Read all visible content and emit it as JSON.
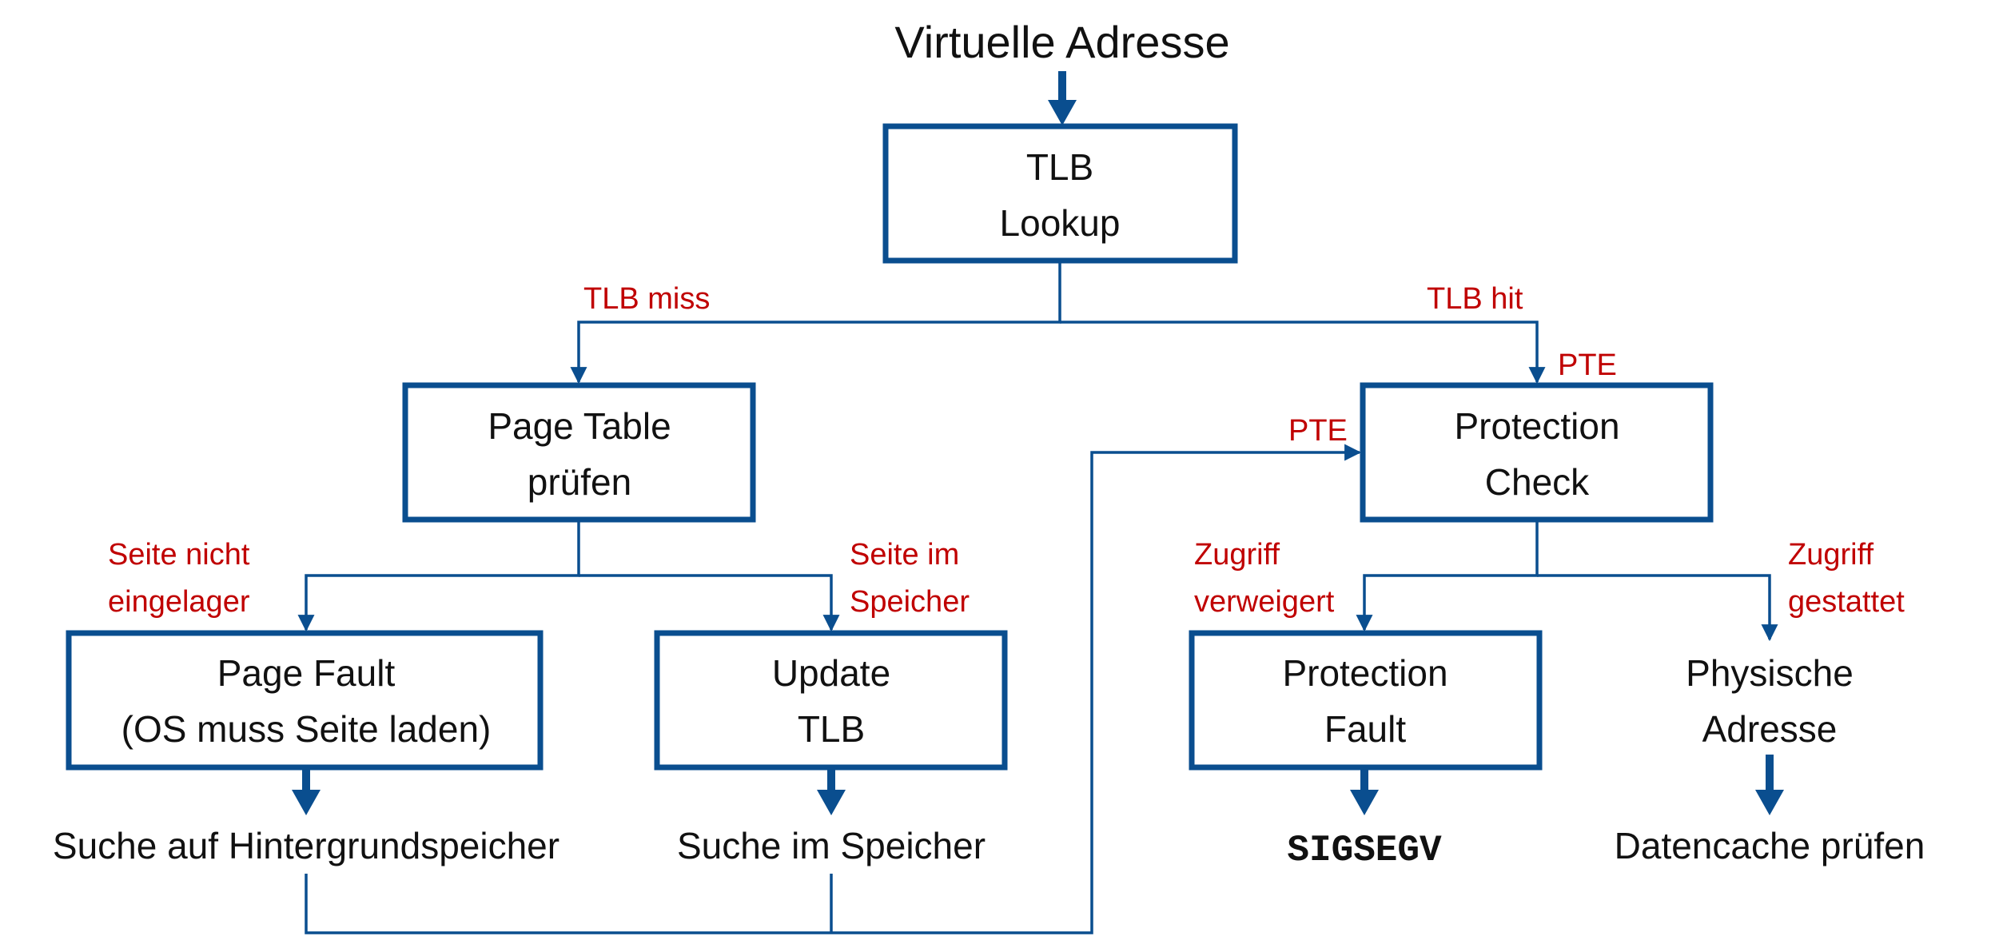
{
  "title": "Virtuelle Adresse",
  "nodes": {
    "tlb_lookup": {
      "line1": "TLB",
      "line2": "Lookup"
    },
    "page_table": {
      "line1": "Page Table",
      "line2": "prüfen"
    },
    "protection_check": {
      "line1": "Protection",
      "line2": "Check"
    },
    "page_fault": {
      "line1": "Page Fault",
      "line2": "(OS muss Seite laden)"
    },
    "update_tlb": {
      "line1": "Update",
      "line2": "TLB"
    },
    "protection_fault": {
      "line1": "Protection",
      "line2": "Fault"
    },
    "physische_adresse": {
      "line1": "Physische",
      "line2": "Adresse"
    }
  },
  "outputs": {
    "hintergrund": "Suche auf Hintergrundspeicher",
    "speicher": "Suche im Speicher",
    "sigsegv": "SIGSEGV",
    "datencache": "Datencache prüfen"
  },
  "edge_labels": {
    "tlb_miss": "TLB miss",
    "tlb_hit": "TLB hit",
    "pte_top": "PTE",
    "pte_left": "PTE",
    "seite_nicht_1": "Seite nicht",
    "seite_nicht_2": "eingelager",
    "seite_im_1": "Seite im",
    "seite_im_2": "Speicher",
    "zugriff_verweigert_1": "Zugriff",
    "zugriff_verweigert_2": "verweigert",
    "zugriff_gestattet_1": "Zugriff",
    "zugriff_gestattet_2": "gestattet"
  },
  "colors": {
    "box_stroke": "#0a4e8f",
    "label_red": "#c00000",
    "text": "#111111"
  }
}
